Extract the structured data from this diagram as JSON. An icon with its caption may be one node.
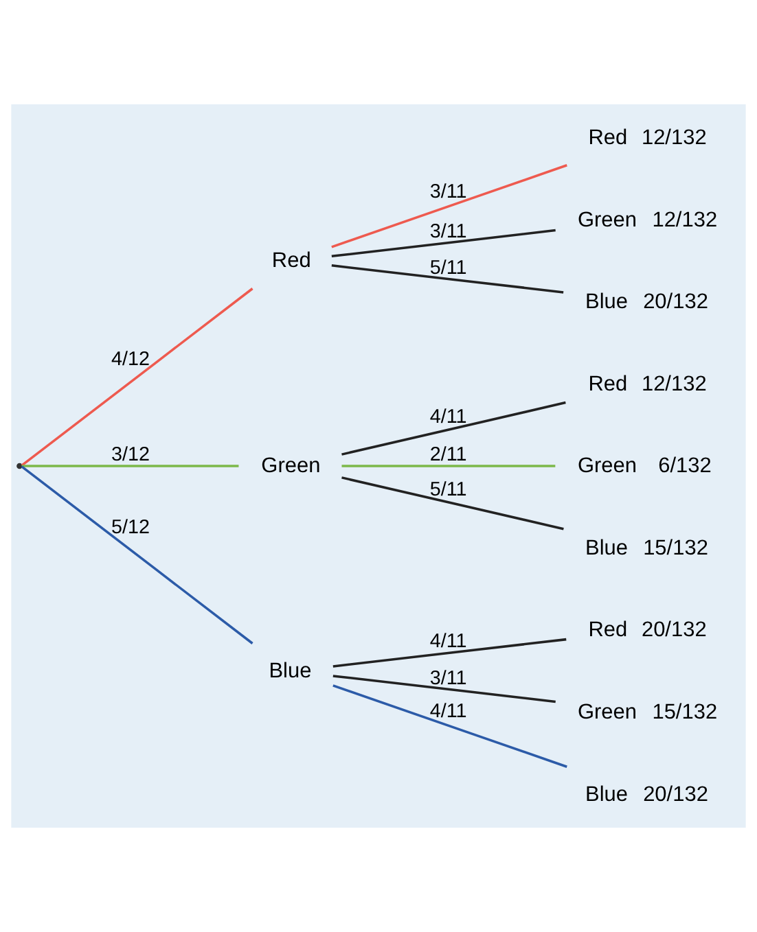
{
  "diagram": {
    "nodes": [
      {
        "text": [],
        "shape": "point"
      },
      {
        "text": [
          "Red"
        ]
      },
      {
        "text": [
          "Green"
        ]
      },
      {
        "text": [
          "Blue"
        ]
      },
      {
        "text": [
          "Red"
        ],
        "beside": [
          "12/132"
        ]
      },
      {
        "text": [
          "Green"
        ],
        "beside": [
          "12/132"
        ]
      },
      {
        "text": [
          "Blue"
        ],
        "beside": [
          "20/132"
        ]
      },
      {
        "text": [
          "Red"
        ],
        "beside": [
          "12/132"
        ]
      },
      {
        "text": [
          "Green"
        ],
        "beside": [
          "6/132"
        ]
      },
      {
        "text": [
          "Blue"
        ],
        "beside": [
          "15/132"
        ]
      },
      {
        "text": [
          "Red"
        ],
        "beside": [
          "20/132"
        ]
      },
      {
        "text": [
          "Green"
        ],
        "beside": [
          "15/132"
        ]
      },
      {
        "text": [
          "Blue"
        ],
        "beside": [
          "20/132"
        ]
      }
    ],
    "edges": [
      {
        "from": 0,
        "to": 1,
        "arrow": "none",
        "label": "4/12",
        "color": "#ee5a4f"
      },
      {
        "from": 0,
        "to": 2,
        "arrow": "none",
        "label": "3/12",
        "color": "#7cb84a"
      },
      {
        "from": 0,
        "to": 3,
        "arrow": "none",
        "label": "5/12",
        "color": "#2c5ba8"
      },
      {
        "from": 1,
        "to": 4,
        "arrow": "none",
        "label": "3/11",
        "color": "#ee5a4f"
      },
      {
        "from": 1,
        "to": 5,
        "arrow": "none",
        "label": "3/11"
      },
      {
        "from": 1,
        "to": 6,
        "arrow": "none",
        "label": "5/11"
      },
      {
        "from": 2,
        "to": 7,
        "arrow": "none",
        "label": "4/11"
      },
      {
        "from": 2,
        "to": 8,
        "arrow": "none",
        "label": "2/11",
        "color": "#7cb84a"
      },
      {
        "from": 2,
        "to": 9,
        "arrow": "none",
        "label": "5/11"
      },
      {
        "from": 3,
        "to": 10,
        "arrow": "none",
        "label": "4/11"
      },
      {
        "from": 3,
        "to": 11,
        "arrow": "none",
        "label": "3/11"
      },
      {
        "from": 3,
        "to": 12,
        "arrow": "none",
        "label": "4/11",
        "color": "#2c5ba8"
      }
    ]
  }
}
